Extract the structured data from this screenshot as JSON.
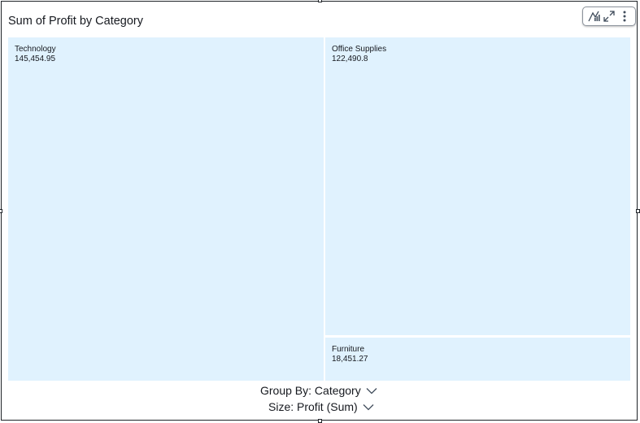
{
  "visual": {
    "title": "Sum of Profit by Category",
    "toolbar": {
      "icons": [
        "chart-insight-icon",
        "expand-icon",
        "more-options-icon"
      ]
    },
    "tile_color": "#e0f2fe"
  },
  "treemap": {
    "tiles": [
      {
        "label": "Technology",
        "value": "145,454.95"
      },
      {
        "label": "Office Supplies",
        "value": "122,490.8"
      },
      {
        "label": "Furniture",
        "value": "18,451.27"
      }
    ]
  },
  "field_wells": {
    "group_by": "Group By: Category",
    "size": "Size: Profit (Sum)"
  },
  "chart_data": {
    "type": "treemap",
    "title": "Sum of Profit by Category",
    "categories": [
      "Technology",
      "Office Supplies",
      "Furniture"
    ],
    "values": [
      145454.95,
      122490.8,
      18451.27
    ]
  }
}
